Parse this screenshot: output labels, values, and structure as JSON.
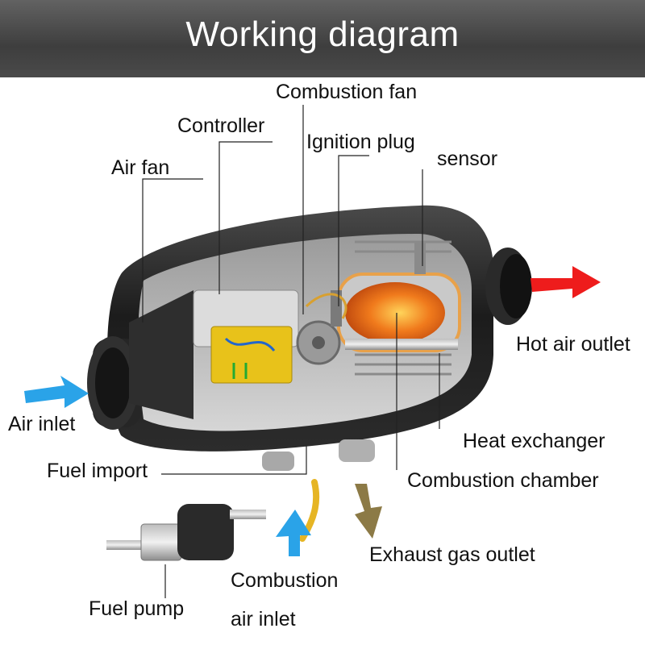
{
  "title": "Working diagram",
  "labels": {
    "combustion_fan": "Combustion fan",
    "controller": "Controller",
    "ignition_plug": "Ignition plug",
    "sensor": "sensor",
    "air_fan": "Air fan",
    "hot_air_outlet": "Hot air outlet",
    "air_inlet": "Air inlet",
    "heat_exchanger": "Heat exchanger",
    "fuel_import": "Fuel import",
    "combustion_chamber": "Combustion chamber",
    "exhaust_gas_outlet": "Exhaust gas outlet",
    "combustion_air_inlet_line1": "Combustion",
    "combustion_air_inlet_line2": "air inlet",
    "fuel_pump": "Fuel pump"
  },
  "colors": {
    "air_inlet_arrow": "#2aa3e8",
    "hot_air_arrow": "#ee1c1c",
    "exhaust_arrow": "#8c7a46",
    "combustion_air_arrow": "#2aa3e8",
    "flame": "#f07a1c",
    "controller": "#e8c21a"
  },
  "icons": [
    "air-inlet-arrow-icon",
    "hot-air-arrow-icon",
    "exhaust-arrow-icon",
    "combustion-air-arrow-icon"
  ]
}
